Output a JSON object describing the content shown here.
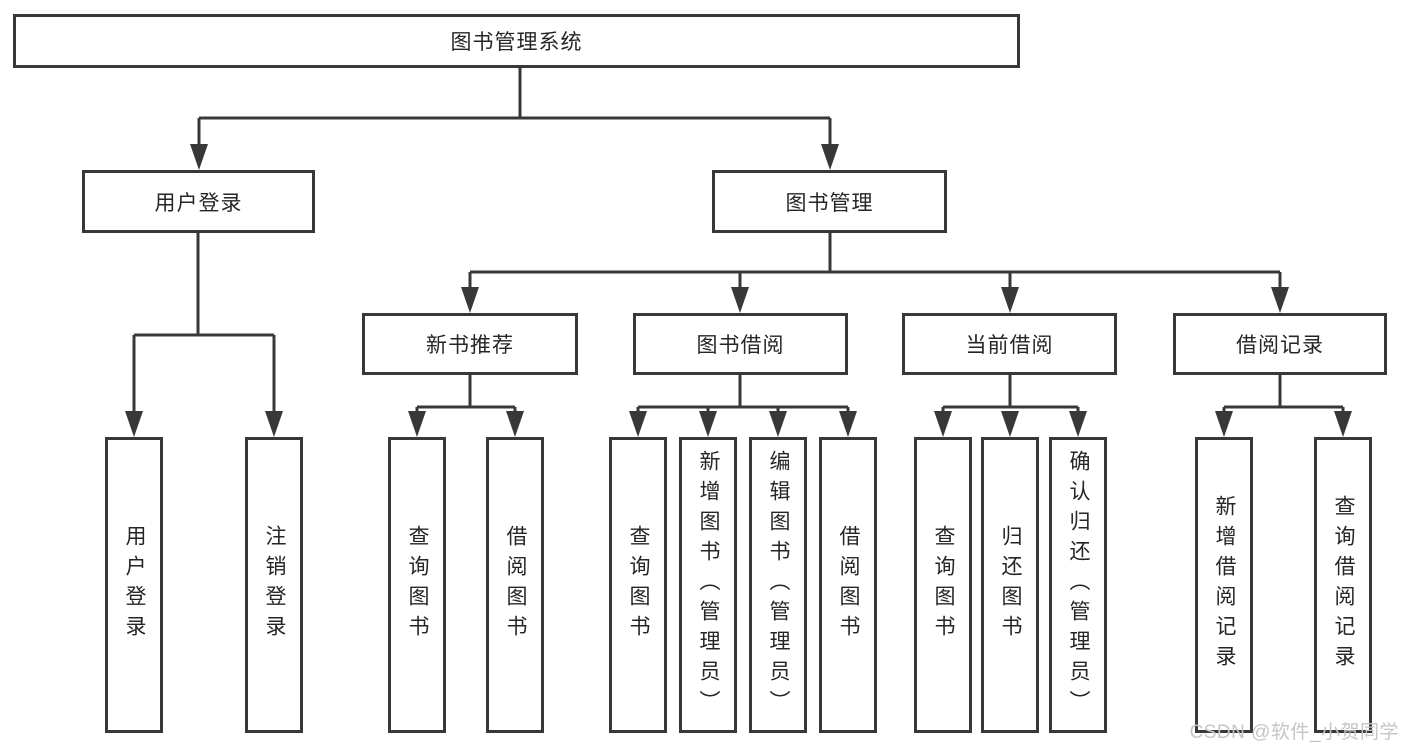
{
  "diagram": {
    "root": {
      "label": "图书管理系统"
    },
    "level2": [
      {
        "label": "用户登录"
      },
      {
        "label": "图书管理"
      }
    ],
    "level3": [
      {
        "label": "新书推荐"
      },
      {
        "label": "图书借阅"
      },
      {
        "label": "当前借阅"
      },
      {
        "label": "借阅记录"
      }
    ],
    "leaves": {
      "user_login": [
        "用户登录",
        "注销登录"
      ],
      "new_book_recommend": [
        "查询图书",
        "借阅图书"
      ],
      "book_borrow": [
        "查询图书",
        "新增图书（管理员）",
        "编辑图书（管理员）",
        "借阅图书"
      ],
      "current_borrow": [
        "查询图书",
        "归还图书",
        "确认归还（管理员）"
      ],
      "borrow_record": [
        "新增借阅记录",
        "查询借阅记录"
      ]
    }
  },
  "watermark": {
    "text": "CSDN @软件_小贺同学"
  },
  "colors": {
    "line": "#383838",
    "text": "#262626",
    "watermark": "#c6c6c6",
    "background": "#ffffff"
  }
}
